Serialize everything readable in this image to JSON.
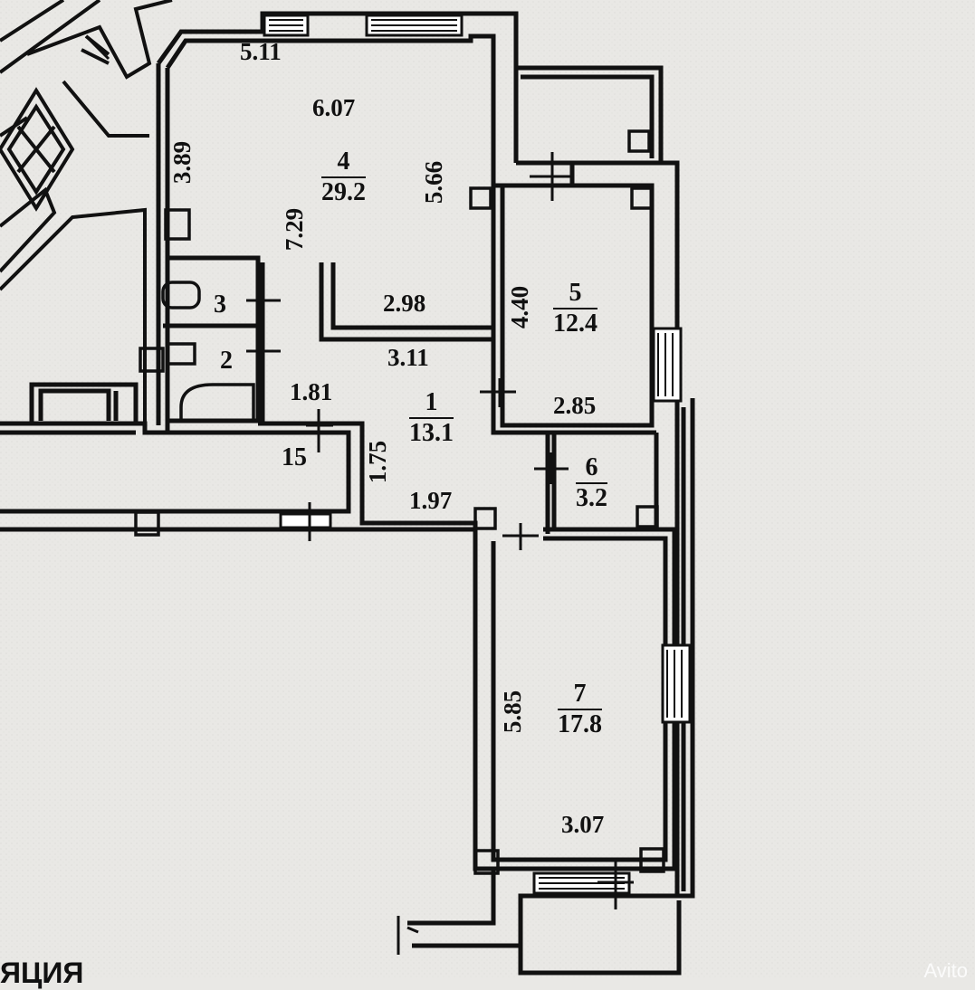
{
  "plan": {
    "rooms": [
      {
        "number": "1",
        "area": "13.1"
      },
      {
        "number": "2",
        "area": ""
      },
      {
        "number": "3",
        "area": ""
      },
      {
        "number": "4",
        "area": "29.2"
      },
      {
        "number": "5",
        "area": "12.4"
      },
      {
        "number": "6",
        "area": "3.2"
      },
      {
        "number": "7",
        "area": "17.8"
      },
      {
        "number": "15",
        "area": ""
      }
    ],
    "dimensions": {
      "d511": "5.11",
      "d607": "6.07",
      "d389": "3.89",
      "d566": "5.66",
      "d729": "7.29",
      "d298": "2.98",
      "d311": "3.11",
      "d440": "4.40",
      "d181": "1.81",
      "d285": "2.85",
      "d175": "1.75",
      "d197": "1.97",
      "d585": "5.85",
      "d307": "3.07"
    }
  },
  "footer_text": "ЯЦИЯ",
  "watermark": "Avito"
}
